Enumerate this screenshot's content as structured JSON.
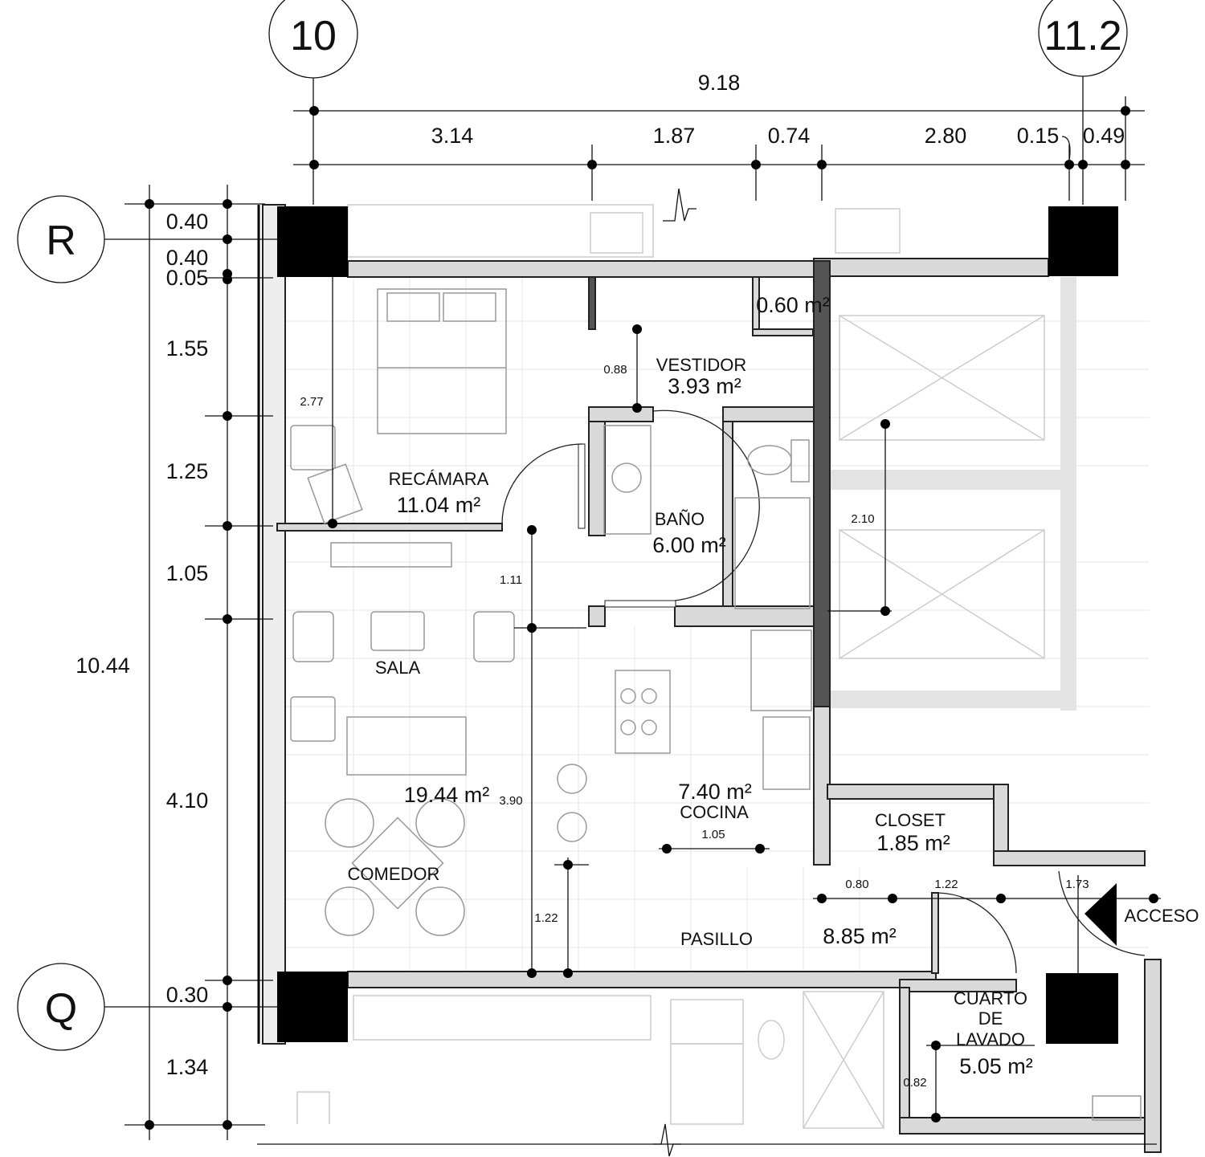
{
  "grid": {
    "col_a": "10",
    "col_b": "11.2",
    "row_a": "R",
    "row_b": "Q"
  },
  "top_dims": {
    "overall": "9.18",
    "segments": [
      "3.14",
      "1.87",
      "0.74",
      "2.80",
      "0.15",
      "0.49"
    ]
  },
  "left_dims": {
    "overall": "10.44",
    "segments": [
      "0.40",
      "0.40",
      "0.05",
      "1.55",
      "1.25",
      "1.05",
      "4.10",
      "0.30",
      "1.34"
    ]
  },
  "interior_dims": {
    "vestidor_depth": "0.88",
    "recamara_width": "2.77",
    "sala_upper": "1.11",
    "closet_height": "2.10",
    "sala_width": "3.90",
    "cocina_width": "1.05",
    "comedor_lower": "1.22",
    "pasillo_a": "0.80",
    "pasillo_b": "1.22",
    "pasillo_c": "1.73",
    "lavado_depth": "0.82"
  },
  "rooms": {
    "wc_area": "0.60 m²",
    "vestidor_name": "VESTIDOR",
    "vestidor_area": "3.93 m²",
    "recamara_name": "RECÁMARA",
    "recamara_area": "11.04 m²",
    "bano_name": "BAÑO",
    "bano_area": "6.00 m²",
    "sala_name": "SALA",
    "sala_area": "19.44 m²",
    "comedor_name": "COMEDOR",
    "cocina_area": "7.40 m²",
    "cocina_name": "COCINA",
    "closet_name": "CLOSET",
    "closet_area": "1.85 m²",
    "pasillo_name": "PASILLO",
    "pasillo_area": "8.85 m²",
    "lavado_name_1": "CUARTO",
    "lavado_name_2": "DE",
    "lavado_name_3": "LAVADO",
    "lavado_area": "5.05 m²",
    "acceso": "ACCESO"
  }
}
